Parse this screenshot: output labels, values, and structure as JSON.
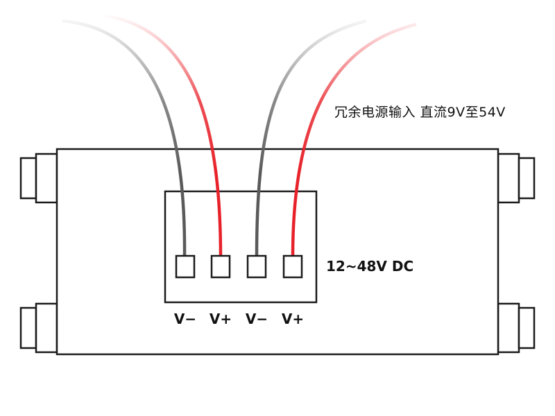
{
  "annotation": {
    "title": "冗余电源输入 直流9V至54V",
    "voltage_range": "12~48V DC"
  },
  "terminals": [
    {
      "label": "V−",
      "wire_color": "#6b6b6b"
    },
    {
      "label": "V+",
      "wire_color": "#e8222a"
    },
    {
      "label": "V−",
      "wire_color": "#6b6b6b"
    },
    {
      "label": "V+",
      "wire_color": "#e8222a"
    }
  ],
  "colors": {
    "outline": "#1a1a1a",
    "negative_wire": "#6b6b6b",
    "positive_wire": "#e8222a"
  }
}
